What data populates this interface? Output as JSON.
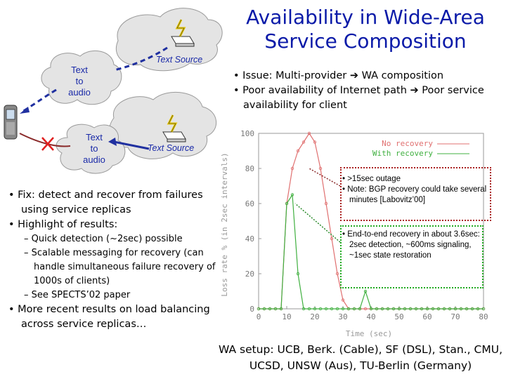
{
  "slide": {
    "title_line1": "Availability in Wide-Area",
    "title_line2": "Service Composition",
    "issues": [
      "• Issue: Multi-provider ➔ WA composition",
      "• Poor availability of Internet path ➔ Poor service availability for client"
    ],
    "diagram": {
      "text_source_1": "Text Source",
      "text_source_2": "Text Source",
      "text_to_audio_1": [
        "Text",
        "to",
        "audio"
      ],
      "text_to_audio_2": [
        "Text",
        "to",
        "audio"
      ]
    },
    "bullets": {
      "fix": "• Fix: detect and recover from failures using service replicas",
      "highlight": "• Highlight of results:",
      "sub": [
        "– Quick detection (~2sec) possible",
        "– Scalable messaging for recovery (can handle simultaneous failure recovery of 1000s of clients)",
        "– See SPECTS’02 paper"
      ],
      "more": "• More recent results on load balancing across service replicas…"
    },
    "note1": [
      "• >15sec outage",
      "• Note: BGP recovery could take several minutes [Labovitz’00]"
    ],
    "note2": "• End-to-end recovery in about 3.6sec: 2sec detection, ~600ms signaling, ~1sec state restoration",
    "setup": "WA setup: UCB, Berk. (Cable), SF (DSL), Stan., CMU, UCSD, UNSW (Aus), TU-Berlin (Germany)",
    "colors": {
      "title": "#0a1aa8",
      "no_recovery": "#e07070",
      "with_recovery": "#40b040",
      "cloud": "#e4e4e4"
    }
  },
  "chart_data": {
    "type": "line",
    "xlabel": "Time (sec)",
    "ylabel": "Loss rate % (in 2sec intervals)",
    "xlim": [
      0,
      80
    ],
    "ylim": [
      0,
      100
    ],
    "xticks": [
      "0",
      "10",
      "20",
      "30",
      "40",
      "50",
      "60",
      "70",
      "80"
    ],
    "yticks": [
      "0",
      "20",
      "40",
      "60",
      "80",
      "100"
    ],
    "legend_position": "top-right",
    "series": [
      {
        "name": "No recovery",
        "x": [
          0,
          2,
          4,
          6,
          8,
          10,
          12,
          14,
          16,
          18,
          20,
          22,
          24,
          26,
          28,
          30,
          32,
          34,
          36,
          38,
          40,
          42,
          44,
          46,
          48,
          50,
          52,
          54,
          56,
          58,
          60,
          62,
          64,
          66,
          68,
          70,
          72,
          74,
          76,
          78,
          80
        ],
        "y": [
          0,
          0,
          0,
          0,
          0,
          60,
          80,
          90,
          95,
          100,
          95,
          80,
          60,
          40,
          20,
          5,
          0,
          0,
          0,
          0,
          0,
          0,
          0,
          0,
          0,
          0,
          0,
          0,
          0,
          0,
          0,
          0,
          0,
          0,
          0,
          0,
          0,
          0,
          0,
          0,
          0
        ]
      },
      {
        "name": "With recovery",
        "x": [
          0,
          2,
          4,
          6,
          8,
          10,
          12,
          14,
          16,
          18,
          20,
          22,
          24,
          26,
          28,
          30,
          32,
          34,
          36,
          38,
          40,
          42,
          44,
          46,
          48,
          50,
          52,
          54,
          56,
          58,
          60,
          62,
          64,
          66,
          68,
          70,
          72,
          74,
          76,
          78,
          80
        ],
        "y": [
          0,
          0,
          0,
          0,
          0,
          60,
          65,
          20,
          0,
          0,
          0,
          0,
          0,
          0,
          0,
          0,
          0,
          0,
          0,
          10,
          0,
          0,
          0,
          0,
          0,
          0,
          0,
          0,
          0,
          0,
          0,
          0,
          0,
          0,
          0,
          0,
          0,
          0,
          0,
          0,
          0
        ]
      }
    ]
  }
}
